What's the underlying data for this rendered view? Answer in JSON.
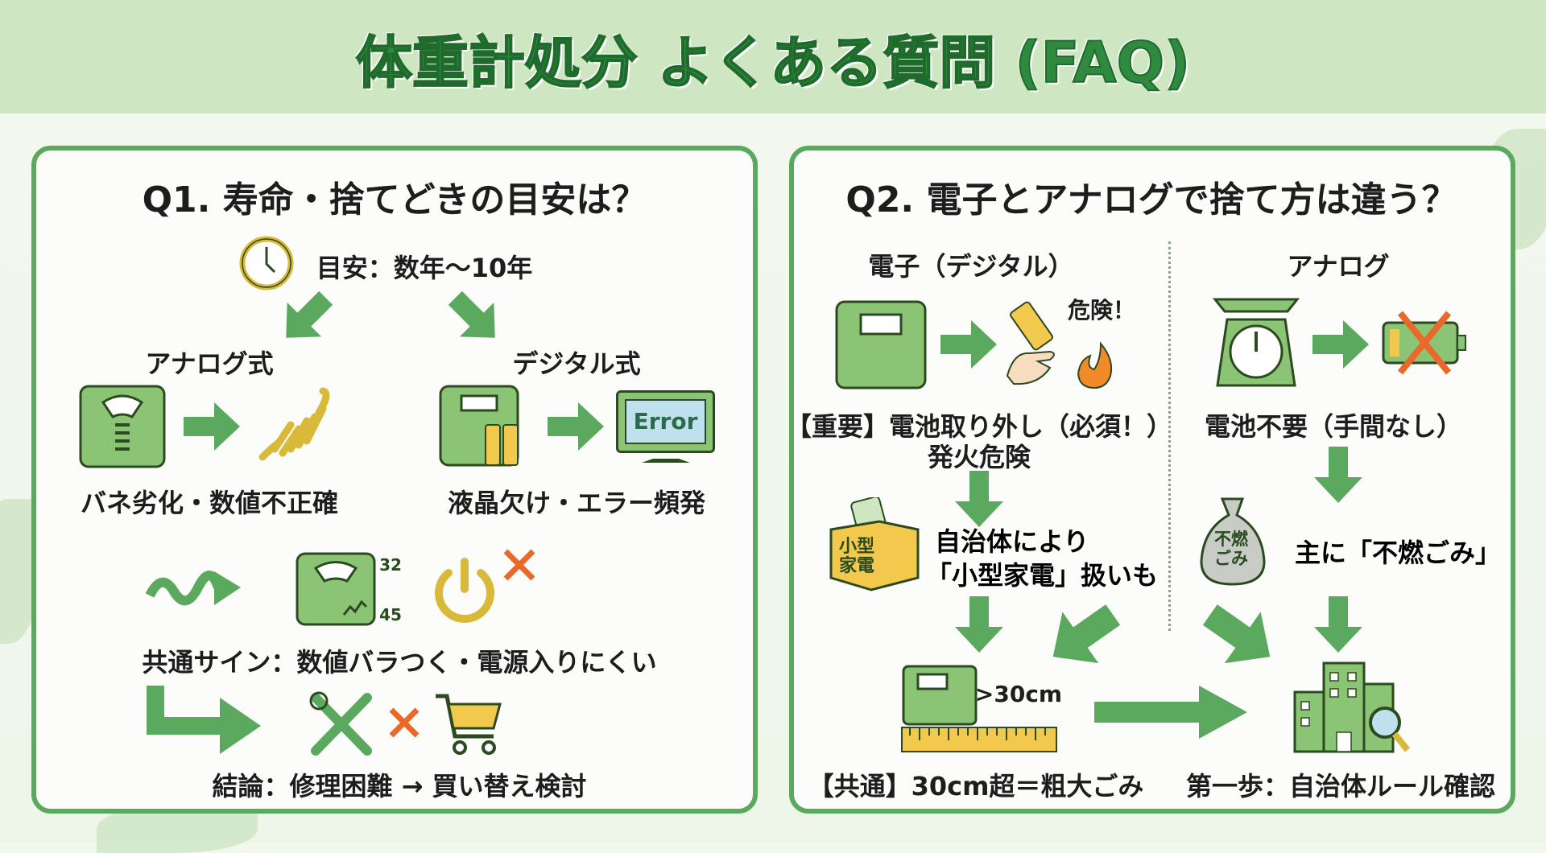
{
  "title": "体重計処分 よくある質問 (FAQ)",
  "colors": {
    "accent": "#5aa95e",
    "title": "#2f8a40",
    "band": "#cfe6c2",
    "warning": "#e8692a",
    "yellow": "#f2c94c"
  },
  "q1": {
    "title": "Q1. 寿命・捨てどきの目安は？",
    "lifespan": "目安：数年〜10年",
    "analog_label": "アナログ式",
    "digital_label": "デジタル式",
    "analog_caption": "バネ劣化・数値不正確",
    "digital_caption": "液晶欠け・エラー頻発",
    "error_text": "Error",
    "readings": [
      "32",
      "45"
    ],
    "common_signs": "共通サイン：数値バラつく・電源入りにくい",
    "conclusion": "結論：修理困難 → 買い替え検討",
    "icons": [
      "clock-icon",
      "analog-scale-icon",
      "spring-icon",
      "digital-scale-icon",
      "battery-icon",
      "error-monitor-icon",
      "wave-arrow-icon",
      "fluctuating-scale-icon",
      "power-icon",
      "cross-icon",
      "tools-icon",
      "cart-icon"
    ]
  },
  "q2": {
    "title": "Q2. 電子とアナログで捨て方は違う？",
    "digital_heading": "電子（デジタル）",
    "analog_heading": "アナログ",
    "danger": "危険！",
    "digital_note_1": "【重要】電池取り外し（必須！）",
    "digital_note_2": "発火危険",
    "analog_note": "電池不要（手間なし）",
    "box_label": "小型家電",
    "small_appliance_1": "自治体により",
    "small_appliance_2": "「小型家電」扱いも",
    "bag_label": "不燃ごみ",
    "analog_disposal": "主に「不燃ごみ」",
    "size_label": ">30cm",
    "common_rule": "【共通】30cm超＝粗大ごみ",
    "first_step": "第一歩：自治体ルール確認",
    "icons": [
      "digital-scale-icon",
      "battery-removal-icon",
      "fire-icon",
      "kitchen-scale-icon",
      "no-battery-icon",
      "appliance-box-icon",
      "garbage-bag-icon",
      "ruler-scale-icon",
      "city-hall-icon"
    ]
  }
}
